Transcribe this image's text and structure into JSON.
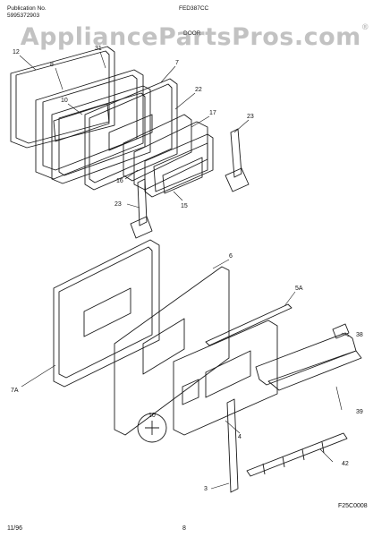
{
  "header": {
    "publication_label": "Publication No.",
    "publication_number": "5995372903",
    "model": "FED387CC",
    "section": "DOOR"
  },
  "watermark": {
    "text": "AppliancePartsPros.com",
    "mark": "®"
  },
  "callouts": [
    "12",
    "8",
    "31",
    "7",
    "10",
    "22",
    "17",
    "23",
    "16",
    "15",
    "23",
    "6",
    "5A",
    "38",
    "7A",
    "10",
    "4",
    "39",
    "42",
    "3"
  ],
  "footer": {
    "date": "11/96",
    "page": "8",
    "figure_code": "F25C0008"
  },
  "colors": {
    "line": "#1a1a1a",
    "watermark": "#8c8c8c"
  }
}
